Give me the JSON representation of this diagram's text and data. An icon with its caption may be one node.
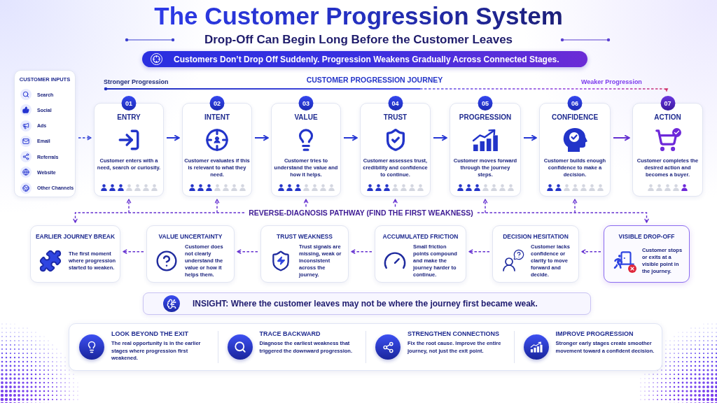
{
  "diagram": {
    "title": "The Customer Progression System",
    "nodes": [
      {
        "text": [
          "Customers Don’t Drop Off Suddenly. Progression Weakens Gradually Across Connected Stages."
        ]
      },
      {
        "text": [
          "CUSTOMER INPUTS",
          "Search",
          "Social",
          "Ads",
          "Email",
          "Referrals",
          "Website",
          "Other Channels"
        ]
      },
      {
        "text": [
          "01",
          "ENTRY",
          "Customer enters with a need, search or curiosity."
        ]
      },
      {
        "text": [
          "02",
          "INTENT",
          "Customer evaluates if this is relevant to what they need."
        ]
      },
      {
        "text": [
          "03",
          "VALUE",
          "Customer tries to understand the value and how it helps."
        ]
      },
      {
        "text": [
          "04",
          "TRUST",
          "Customer assesses trust, credibility and confidence to continue."
        ]
      },
      {
        "text": [
          "05",
          "PROGRESSION",
          "Customer moves forward through the journey steps."
        ]
      },
      {
        "text": [
          "06",
          "CONFIDENCE",
          "Customer builds enough confidence to make a decision."
        ]
      },
      {
        "text": [
          "07",
          "ACTION",
          "Customer completes the desired action and becomes a buyer."
        ]
      },
      {
        "text": [
          "EARLIER JOURNEY BREAK",
          "The first moment where progression started to weaken."
        ]
      },
      {
        "text": [
          "VALUE UNCERTAINTY",
          "Customer does not clearly understand the value or how it helps them."
        ]
      },
      {
        "text": [
          "TRUST WEAKNESS",
          "Trust signals are missing, weak or inconsistent across the journey."
        ]
      },
      {
        "text": [
          "ACCUMULATED FRICTION",
          "Small friction points compound and make the journey harder to continue."
        ]
      },
      {
        "text": [
          "DECISION HESITATION",
          "Customer lacks confidence or clarity to move forward and decide."
        ]
      },
      {
        "text": [
          "VISIBLE DROP-OFF",
          "Customer stops or exits at a visible point in the journey."
        ]
      },
      {
        "text": [
          "INSIGHT: Where the customer leaves may not be where the journey first became weak."
        ]
      },
      {
        "text": [
          "LOOK BEYOND THE EXIT",
          "The real opportunity is in the earlier stages where progression first weakened.",
          "TRACE BACKWARD",
          "Diagnose the earliest weakness that triggered the downward progression.",
          "STRENGTHEN CONNECTIONS",
          "Fix the root cause. Improve the entire journey, not just the exit point.",
          "IMPROVE PROGRESSION",
          "Stronger early stages create smoother movement toward a confident decision."
        ]
      }
    ],
    "edges": [
      {
        "from": 1,
        "to": 2,
        "arrow": "to",
        "style": "dashed",
        "color": "#2536d3"
      },
      {
        "from": 2,
        "to": 3,
        "arrow": "to",
        "color": "#2536d3"
      },
      {
        "from": 3,
        "to": 4,
        "arrow": "to",
        "color": "#2536d3"
      },
      {
        "from": 4,
        "to": 5,
        "arrow": "to",
        "color": "#2536d3"
      },
      {
        "from": 5,
        "to": 6,
        "arrow": "to",
        "color": "#2536d3"
      },
      {
        "from": 6,
        "to": 7,
        "arrow": "to",
        "color": "#2536d3"
      },
      {
        "from": 7,
        "to": 8,
        "arrow": "to"
      },
      {
        "from": 14,
        "to": 13,
        "arrow": "to",
        "style": "dashed"
      },
      {
        "from": 13,
        "to": 12,
        "arrow": "to",
        "style": "dashed"
      },
      {
        "from": 12,
        "to": 11,
        "arrow": "to",
        "style": "dashed"
      },
      {
        "from": 11,
        "to": 10,
        "arrow": "to",
        "style": "dashed"
      },
      {
        "from": 10,
        "to": 9,
        "arrow": "to",
        "style": "dashed"
      },
      {
        "from": 9,
        "to": 14,
        "arrow": "both",
        "style": "dashed",
        "label": "REVERSE-DIAGNOSIS PATHWAY (FIND THE FIRST WEAKNESS)"
      },
      {
        "from": null,
        "to": 2,
        "arrow": "to",
        "style": "dashed"
      },
      {
        "from": null,
        "to": 3,
        "arrow": "to",
        "style": "dashed"
      },
      {
        "from": null,
        "to": 4,
        "arrow": "to",
        "style": "dashed"
      },
      {
        "from": null,
        "to": 5,
        "arrow": "to",
        "style": "dashed"
      },
      {
        "from": null,
        "to": 6,
        "arrow": "to",
        "style": "dashed"
      },
      {
        "from": null,
        "to": 7,
        "arrow": "to",
        "style": "dashed"
      }
    ],
    "labels": [
      "Drop-Off Can Begin Long Before the Customer Leaves",
      "Stronger Progression",
      "CUSTOMER PROGRESSION JOURNEY",
      "Weaker Progression"
    ]
  }
}
